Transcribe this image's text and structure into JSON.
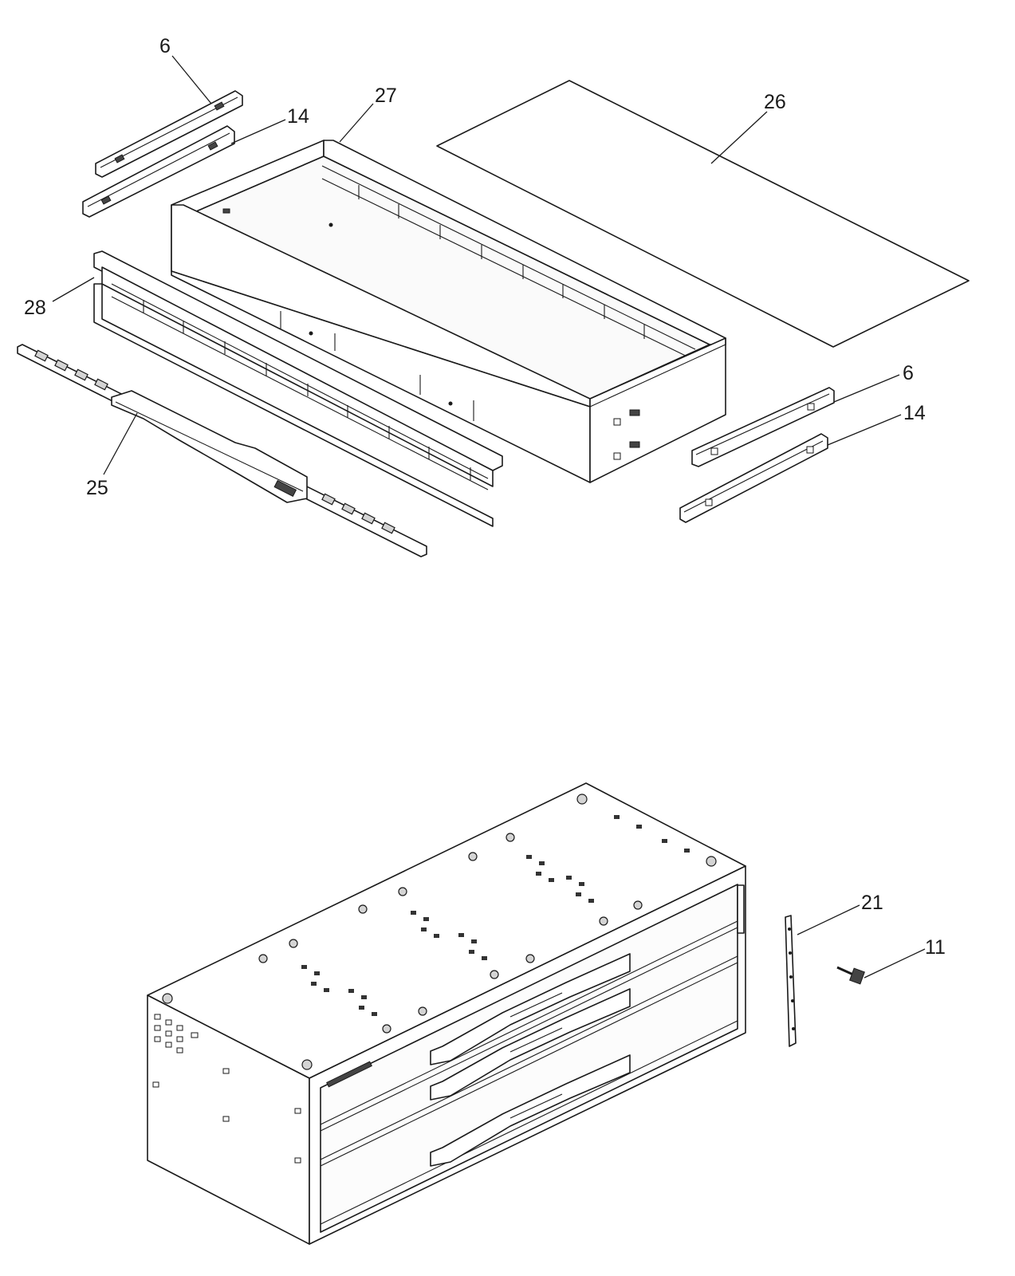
{
  "callouts": {
    "c6a": "6",
    "c14a": "14",
    "c27": "27",
    "c26": "26",
    "c28": "28",
    "c25": "25",
    "c6b": "6",
    "c14b": "14",
    "c21": "21",
    "c11": "11"
  }
}
